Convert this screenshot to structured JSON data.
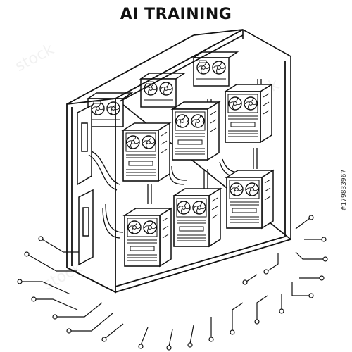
{
  "title": "AI TRAINING",
  "stock_id": "#179833967",
  "watermark": "stock",
  "colors": {
    "line": "#111111",
    "background": "#ffffff",
    "face": "#ffffff"
  },
  "icons": [
    "server-rack-illustration",
    "gpu-card",
    "cooling-fan",
    "circuit-trace"
  ]
}
